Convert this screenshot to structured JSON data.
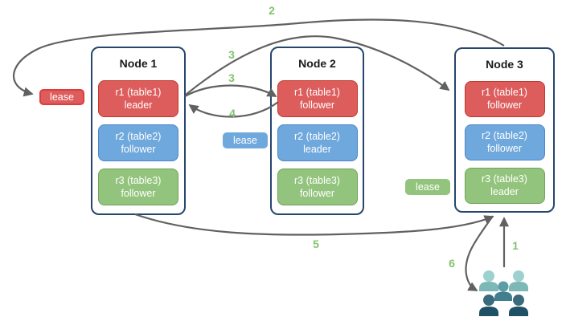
{
  "nodes": [
    {
      "title": "Node 1",
      "replicas": [
        {
          "name": "r1 (table1)",
          "role": "leader",
          "color": "red"
        },
        {
          "name": "r2 (table2)",
          "role": "follower",
          "color": "blue"
        },
        {
          "name": "r3 (table3)",
          "role": "follower",
          "color": "green"
        }
      ]
    },
    {
      "title": "Node 2",
      "replicas": [
        {
          "name": "r1 (table1)",
          "role": "follower",
          "color": "red"
        },
        {
          "name": "r2 (table2)",
          "role": "leader",
          "color": "blue"
        },
        {
          "name": "r3 (table3)",
          "role": "follower",
          "color": "green"
        }
      ]
    },
    {
      "title": "Node 3",
      "replicas": [
        {
          "name": "r1 (table1)",
          "role": "follower",
          "color": "red"
        },
        {
          "name": "r2 (table2)",
          "role": "follower",
          "color": "blue"
        },
        {
          "name": "r3 (table3)",
          "role": "leader",
          "color": "green"
        }
      ]
    }
  ],
  "leases": {
    "red": {
      "label": "lease"
    },
    "blue": {
      "label": "lease"
    },
    "green": {
      "label": "lease"
    }
  },
  "steps": {
    "s1": "1",
    "s2": "2",
    "s3a": "3",
    "s3b": "3",
    "s4": "4",
    "s5": "5",
    "s6": "6"
  },
  "icons": {
    "users": "users-group"
  },
  "colors": {
    "red_fill": "#dd5c5c",
    "red_border": "#c0392b",
    "lease_red_border": "#e03c3c",
    "blue_fill": "#6fa8dc",
    "blue_border": "#4a86c8",
    "green_fill": "#93c47d",
    "green_border": "#6fa356",
    "node_border": "#26466d",
    "arrow": "#616161",
    "step_label": "#82c36e",
    "users_light_head": "#9dd1cf",
    "users_light_body": "#7cb8b7",
    "users_mid_head": "#5c9da6",
    "users_mid_body": "#417f8e",
    "users_dark_head": "#396b7d",
    "users_dark_body": "#1f5065"
  }
}
